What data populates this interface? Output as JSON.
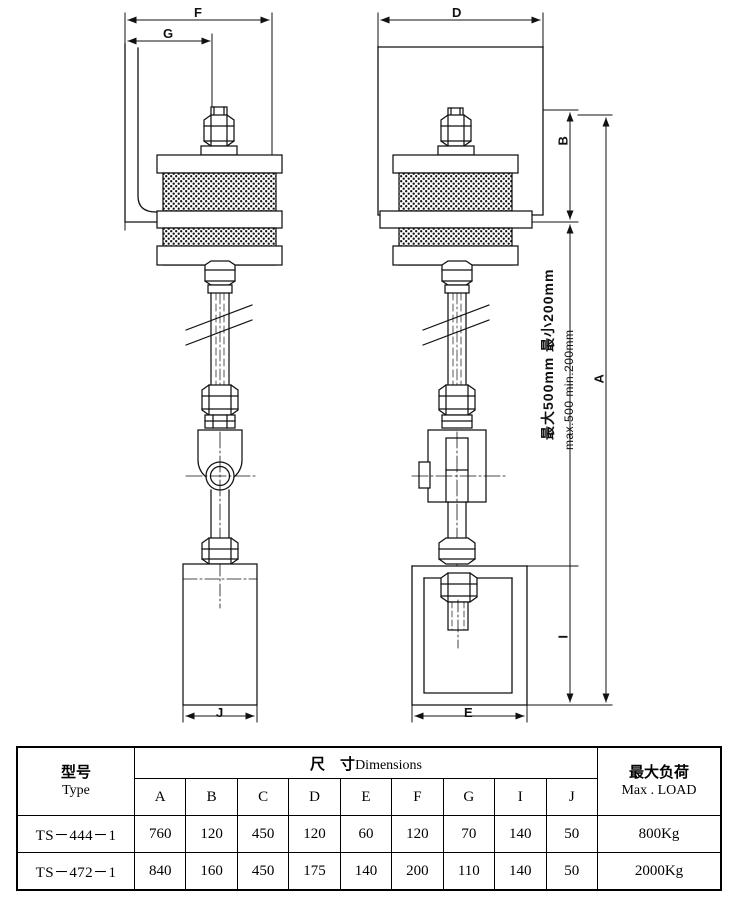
{
  "drawing": {
    "title_absent": true,
    "views": [
      {
        "name": "front-view",
        "label": "front elevation"
      },
      {
        "name": "side-view",
        "label": "side elevation"
      }
    ],
    "dimension_labels": {
      "F": "F",
      "G": "G",
      "D": "D",
      "B": "B",
      "A": "A",
      "I": "I",
      "J": "J",
      "E": "E"
    },
    "annotations": {
      "travel_cn": "最大500mm 最小200mm",
      "travel_en": "max.500  min.200mm"
    }
  },
  "table": {
    "header": {
      "type_cn": "型号",
      "type_en": "Type",
      "dimensions_cn": "尺　寸",
      "dimensions_en": "Dimensions",
      "load_cn": "最大负荷",
      "load_en": "Max . LOAD"
    },
    "columns": [
      "A",
      "B",
      "C",
      "D",
      "E",
      "F",
      "G",
      "I",
      "J"
    ],
    "rows": [
      {
        "type": "TS－444－1",
        "values": [
          "760",
          "120",
          "450",
          "120",
          "60",
          "120",
          "70",
          "140",
          "50"
        ],
        "load": "800Kg"
      },
      {
        "type": "TS－472－1",
        "values": [
          "840",
          "160",
          "450",
          "175",
          "140",
          "200",
          "110",
          "140",
          "50"
        ],
        "load": "2000Kg"
      }
    ]
  },
  "colors": {
    "line": "#111111",
    "paper": "#ffffff",
    "hatch": "#1a1a1a"
  }
}
